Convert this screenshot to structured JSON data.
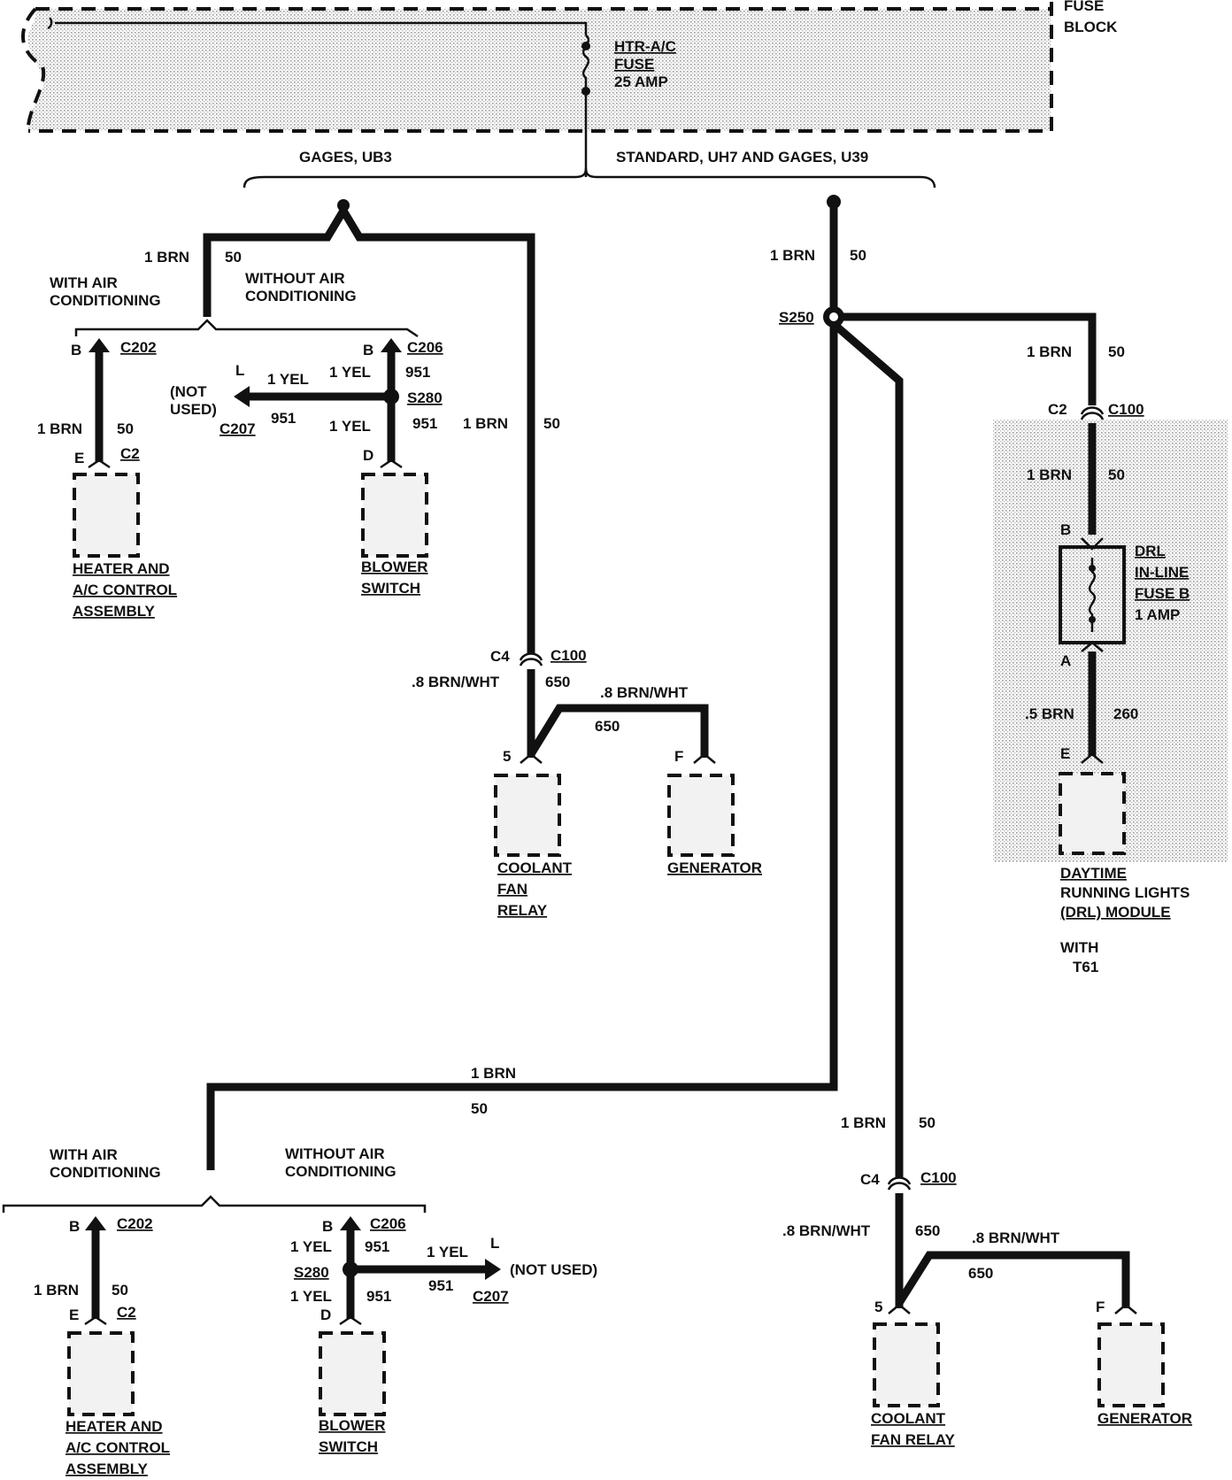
{
  "fuse_block": {
    "label_line1": "FUSE",
    "label_line2": "BLOCK"
  },
  "fuse": {
    "line1": "HTR-A/C",
    "line2": "FUSE",
    "line3": "25 AMP"
  },
  "branches": {
    "left": "GAGES, UB3",
    "right": "STANDARD, UH7 AND GAGES, U39"
  },
  "top_left": {
    "wire_main": {
      "gauge": "1 BRN",
      "circuit": "50"
    },
    "with_ac": {
      "line1": "WITH AIR",
      "line2": "CONDITIONING"
    },
    "without_ac": {
      "line1": "WITHOUT AIR",
      "line2": "CONDITIONING"
    },
    "c202_pin": "B",
    "c202": "C202",
    "hvac_wire": {
      "gauge": "1 BRN",
      "circuit": "50"
    },
    "hvac_pin": "E",
    "hvac_conn": "C2",
    "hvac": {
      "line1": "HEATER AND",
      "line2": "A/C CONTROL",
      "line3": "ASSEMBLY"
    },
    "c206_pin": "B",
    "c206": "C206",
    "yel_top": {
      "gauge": "1 YEL",
      "circuit": "951"
    },
    "splice": "S280",
    "yel_bottom": {
      "gauge": "1 YEL",
      "circuit": "951"
    },
    "blower_pin": "D",
    "blower": {
      "line1": "BLOWER",
      "line2": "SWITCH"
    },
    "not_used": {
      "pin": "L",
      "gauge": "1 YEL",
      "line1": "(NOT",
      "line2": "USED)",
      "circuit": "951",
      "conn": "C207"
    },
    "right_wire": {
      "gauge": "1 BRN",
      "circuit": "50"
    },
    "c100_left": "C4",
    "c100": "C100",
    "relay_wire": {
      "gauge": ".8 BRN/WHT",
      "circuit": "650"
    },
    "gen_wire": {
      "gauge": ".8 BRN/WHT",
      "circuit": "650"
    },
    "relay_pin": "5",
    "gen_pin": "F",
    "relay": {
      "line1": "COOLANT",
      "line2": "FAN",
      "line3": "RELAY"
    },
    "generator": "GENERATOR"
  },
  "right": {
    "main_wire": {
      "gauge": "1 BRN",
      "circuit": "50"
    },
    "splice": "S250",
    "drl_wire": {
      "gauge": "1 BRN",
      "circuit": "50"
    },
    "c100_left": "C2",
    "c100": "C100",
    "drl_wire2": {
      "gauge": "1 BRN",
      "circuit": "50"
    },
    "fuse_pin_b": "B",
    "fuse_pin_a": "A",
    "drl_fuse": {
      "line1": "DRL",
      "line2": "IN-LINE",
      "line3": "FUSE B",
      "line4": "1 AMP"
    },
    "drl_wire3": {
      "gauge": ".5 BRN",
      "circuit": "260"
    },
    "drl_pin": "E",
    "drl_module": {
      "line1": "DAYTIME",
      "line2": "RUNNING LIGHTS",
      "line3": "(DRL) MODULE"
    },
    "with": {
      "line1": "WITH",
      "line2": "T61"
    }
  },
  "bottom_left": {
    "wire_main": {
      "gauge": "1 BRN",
      "circuit": "50"
    },
    "with_ac": {
      "line1": "WITH AIR",
      "line2": "CONDITIONING"
    },
    "without_ac": {
      "line1": "WITHOUT AIR",
      "line2": "CONDITIONING"
    },
    "c202_pin": "B",
    "c202": "C202",
    "hvac_wire": {
      "gauge": "1 BRN",
      "circuit": "50"
    },
    "hvac_pin": "E",
    "hvac_conn": "C2",
    "hvac": {
      "line1": "HEATER AND",
      "line2": "A/C CONTROL",
      "line3": "ASSEMBLY"
    },
    "c206_pin": "B",
    "c206": "C206",
    "yel_top": {
      "gauge": "1 YEL",
      "circuit": "951"
    },
    "splice": "S280",
    "yel_bottom": {
      "gauge": "1 YEL",
      "circuit": "951"
    },
    "blower_pin": "D",
    "blower": {
      "line1": "BLOWER",
      "line2": "SWITCH"
    },
    "not_used": {
      "pin": "L",
      "gauge": "1 YEL",
      "text": "(NOT USED)",
      "circuit": "951",
      "conn": "C207"
    }
  },
  "bottom_right": {
    "wire": {
      "gauge": "1 BRN",
      "circuit": "50"
    },
    "c100_left": "C4",
    "c100": "C100",
    "relay_wire": {
      "gauge": ".8 BRN/WHT",
      "circuit": "650"
    },
    "gen_wire": {
      "gauge": ".8 BRN/WHT",
      "circuit": "650"
    },
    "relay_pin": "5",
    "gen_pin": "F",
    "relay": {
      "line1": "COOLANT",
      "line2": "FAN RELAY"
    },
    "generator": "GENERATOR"
  }
}
